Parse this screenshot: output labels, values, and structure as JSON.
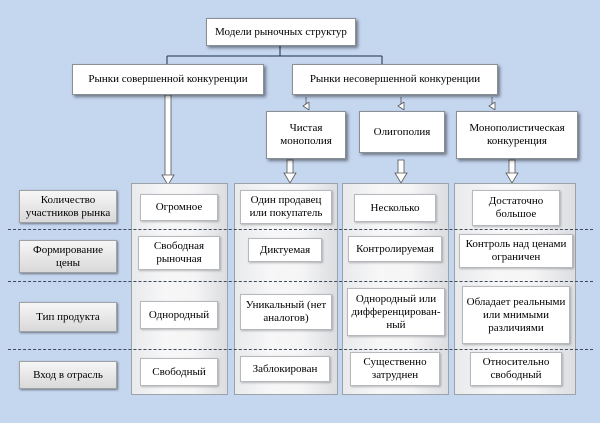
{
  "top": {
    "title": "Модели рыночных структур"
  },
  "level2": {
    "perfect": "Рынки совершенной конкуренции",
    "imperfect": "Рынки несовершенной конкуренции"
  },
  "level3": {
    "pure_monopoly": "Чистая монополия",
    "oligopoly": "Олигополия",
    "monopolistic": "Монополистическая конкуренция"
  },
  "rows": [
    {
      "label": "Количество участников рынка"
    },
    {
      "label": "Формирование цены"
    },
    {
      "label": "Тип продукта"
    },
    {
      "label": "Вход в отрасль"
    }
  ],
  "columns": [
    {
      "cells": [
        "Огромное",
        "Свободная рыночная",
        "Однородный",
        "Свободный"
      ]
    },
    {
      "cells": [
        "Один продавец или покупатель",
        "Диктуемая",
        "Уникальный (нет аналогов)",
        "Заблокирован"
      ]
    },
    {
      "cells": [
        "Несколько",
        "Контролируемая",
        "Однородный или дифференцирован-ный",
        "Существенно затруднен"
      ]
    },
    {
      "cells": [
        "Достаточно большое",
        "Контроль над ценами ограничен",
        "Обладает реальными или мнимыми различиями",
        "Относительно свободный"
      ]
    }
  ]
}
